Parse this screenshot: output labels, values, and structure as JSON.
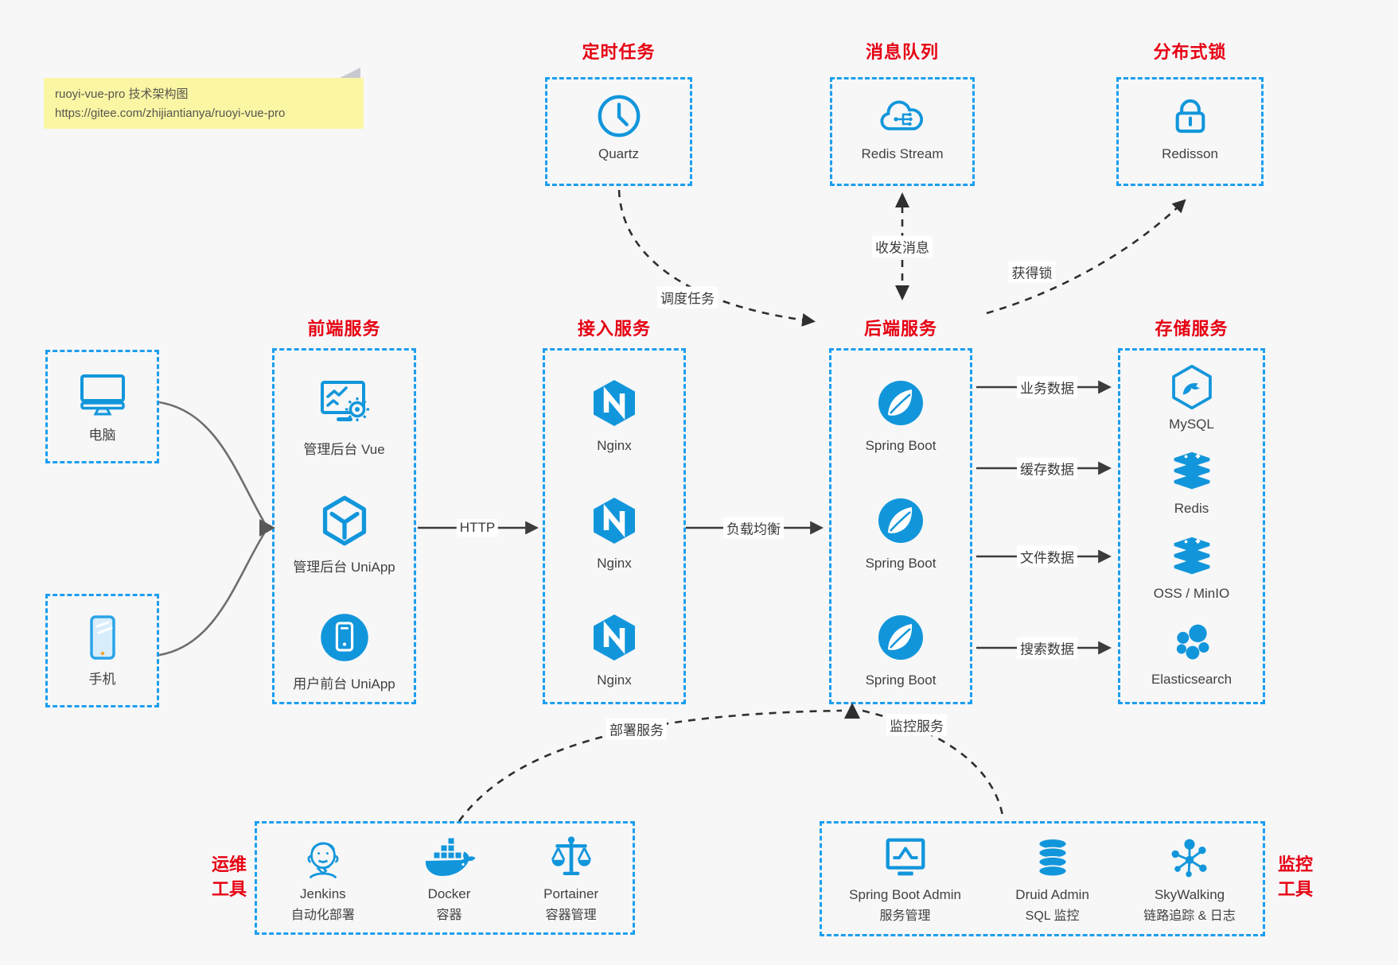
{
  "note": {
    "line1": "ruoyi-vue-pro 技术架构图",
    "line2": "https://gitee.com/zhijiantianya/ruoyi-vue-pro"
  },
  "top_services": [
    {
      "title": "定时任务",
      "label": "Quartz",
      "icon": "clock-icon"
    },
    {
      "title": "消息队列",
      "label": "Redis Stream",
      "icon": "cloud-mq-icon"
    },
    {
      "title": "分布式锁",
      "label": "Redisson",
      "icon": "lock-icon"
    }
  ],
  "clients": [
    {
      "label": "电脑",
      "icon": "desktop-icon"
    },
    {
      "label": "手机",
      "icon": "smartphone-icon"
    }
  ],
  "frontend": {
    "title": "前端服务",
    "items": [
      {
        "label": "管理后台 Vue",
        "icon": "admin-vue-icon"
      },
      {
        "label": "管理后台 UniApp",
        "icon": "uniapp-cube-icon"
      },
      {
        "label": "用户前台 UniApp",
        "icon": "user-app-icon"
      }
    ]
  },
  "gateway": {
    "title": "接入服务",
    "items": [
      {
        "label": "Nginx",
        "icon": "nginx-icon"
      },
      {
        "label": "Nginx",
        "icon": "nginx-icon"
      },
      {
        "label": "Nginx",
        "icon": "nginx-icon"
      }
    ]
  },
  "backend": {
    "title": "后端服务",
    "items": [
      {
        "label": "Spring Boot",
        "icon": "spring-icon"
      },
      {
        "label": "Spring Boot",
        "icon": "spring-icon"
      },
      {
        "label": "Spring Boot",
        "icon": "spring-icon"
      }
    ]
  },
  "storage": {
    "title": "存储服务",
    "items": [
      {
        "label": "MySQL",
        "icon": "mysql-icon"
      },
      {
        "label": "Redis",
        "icon": "redis-stack-icon"
      },
      {
        "label": "OSS / MinIO",
        "icon": "oss-stack-icon"
      },
      {
        "label": "Elasticsearch",
        "icon": "elasticsearch-icon"
      }
    ]
  },
  "ops": {
    "title": [
      "运维",
      "工具"
    ],
    "items": [
      {
        "name": "Jenkins",
        "desc": "自动化部署",
        "icon": "jenkins-icon"
      },
      {
        "name": "Docker",
        "desc": "容器",
        "icon": "docker-icon"
      },
      {
        "name": "Portainer",
        "desc": "容器管理",
        "icon": "portainer-icon"
      }
    ]
  },
  "monitoring": {
    "title": [
      "监控",
      "工具"
    ],
    "items": [
      {
        "name": "Spring Boot Admin",
        "desc": "服务管理",
        "icon": "sb-admin-icon"
      },
      {
        "name": "Druid Admin",
        "desc": "SQL 监控",
        "icon": "druid-icon"
      },
      {
        "name": "SkyWalking",
        "desc": "链路追踪 & 日志",
        "icon": "skywalking-icon"
      }
    ]
  },
  "edges": {
    "http": "HTTP",
    "load_balance": "负载均衡",
    "schedule": "调度任务",
    "messaging": "收发消息",
    "lock": "获得锁",
    "business_data": "业务数据",
    "cache_data": "缓存数据",
    "file_data": "文件数据",
    "search_data": "搜索数据",
    "deploy": "部署服务",
    "monitor": "监控服务"
  },
  "colors": {
    "box_border": "#1b9ef0",
    "icon_blue": "#1296db",
    "title_red": "#e60012",
    "note_bg": "#fbf6a4",
    "arrow_dark": "#3c3c3c",
    "label_text": "#3f3f3f",
    "background": "#f7f7f8"
  }
}
